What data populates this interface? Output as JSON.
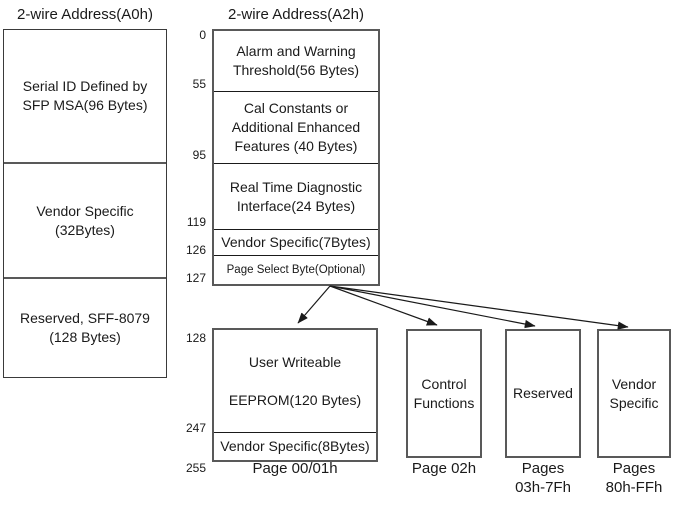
{
  "a0h": {
    "title": "2-wire Address(A0h)",
    "sections": [
      {
        "lines": [
          "Serial ID Defined by",
          "SFP MSA(96 Bytes)"
        ]
      },
      {
        "lines": [
          "Vendor Specific",
          "(32Bytes)"
        ]
      },
      {
        "lines": [
          "Reserved, SFF-8079",
          "(128 Bytes)"
        ]
      }
    ]
  },
  "a2h": {
    "title": "2-wire Address(A2h)",
    "address_labels": [
      "0",
      "55",
      "95",
      "119",
      "126",
      "127"
    ],
    "sections": [
      {
        "lines": [
          "Alarm and Warning",
          "Threshold(56 Bytes)"
        ]
      },
      {
        "lines": [
          "Cal Constants or",
          "Additional Enhanced",
          "Features (40 Bytes)"
        ]
      },
      {
        "lines": [
          "Real Time Diagnostic",
          "Interface(24 Bytes)"
        ]
      },
      {
        "lines": [
          "Vendor Specific(7Bytes)"
        ]
      },
      {
        "lines": [
          "Page Select Byte(Optional)"
        ]
      }
    ]
  },
  "page_00_01": {
    "address_labels": [
      "128",
      "247",
      "255"
    ],
    "main_lines": [
      "User Writeable",
      "EEPROM(120 Bytes)"
    ],
    "vendor_line": "Vendor Specific(8Bytes)",
    "caption": "Page 00/01h"
  },
  "page_02": {
    "lines": [
      "Control",
      "Functions"
    ],
    "caption": "Page 02h"
  },
  "pages_03_7f": {
    "lines": [
      "Reserved"
    ],
    "caption_lines": [
      "Pages",
      "03h-7Fh"
    ]
  },
  "pages_80_ff": {
    "lines": [
      "Vendor",
      "Specific"
    ],
    "caption_lines": [
      "Pages",
      "80h-FFh"
    ]
  },
  "colors": {
    "background": "#ffffff",
    "text": "#1a1a1a",
    "border_outer": "#595959",
    "border_inner": "#1a1a1a"
  }
}
